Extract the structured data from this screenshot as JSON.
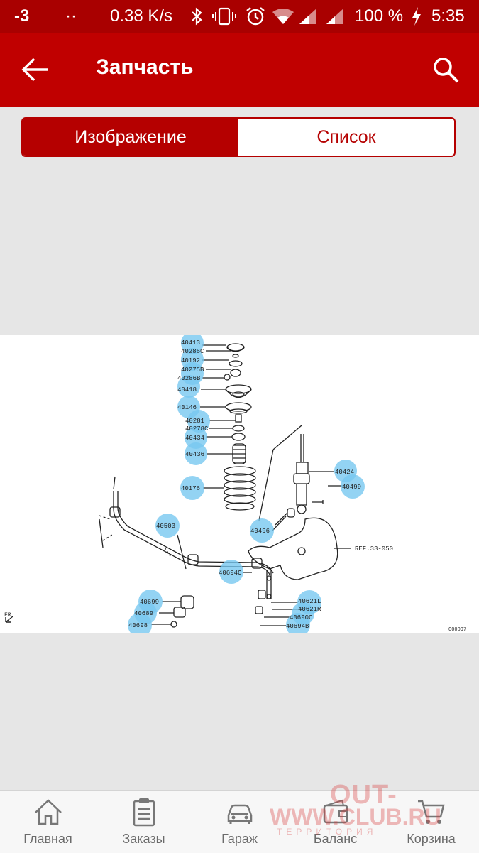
{
  "status_bar": {
    "notification": "-3",
    "dots": "··",
    "speed": "0.38 K/s",
    "battery": "100 %",
    "time": "5:35"
  },
  "app_bar": {
    "title": "Запчасть"
  },
  "segment": {
    "image_tab": "Изображение",
    "list_tab": "Список"
  },
  "diagram": {
    "callouts": [
      "40413",
      "40286C",
      "40192",
      "40275B",
      "40286B",
      "40418",
      "40146",
      "40281",
      "40278C",
      "40434",
      "40436",
      "40176",
      "40424",
      "40499",
      "40496",
      "40503",
      "40694C",
      "40699",
      "40689",
      "40698",
      "40621L",
      "40621R",
      "40690C",
      "40694B"
    ],
    "ref_label": "REF.33-050",
    "fr_label": "FR",
    "code": "000097"
  },
  "bottom_nav": {
    "items": [
      {
        "label": "Главная",
        "icon": "home-icon"
      },
      {
        "label": "Заказы",
        "icon": "clipboard-icon"
      },
      {
        "label": "Гараж",
        "icon": "car-icon"
      },
      {
        "label": "Баланс",
        "icon": "wallet-icon"
      },
      {
        "label": "Корзина",
        "icon": "cart-icon"
      }
    ]
  },
  "watermark": {
    "line1": "OUT-",
    "line2": "WWW.CLUB.RU",
    "line3": "ТЕРРИТОРИЯ"
  },
  "colors": {
    "primary": "#c00000",
    "status": "#a90000",
    "highlight": "#78c8f0"
  }
}
